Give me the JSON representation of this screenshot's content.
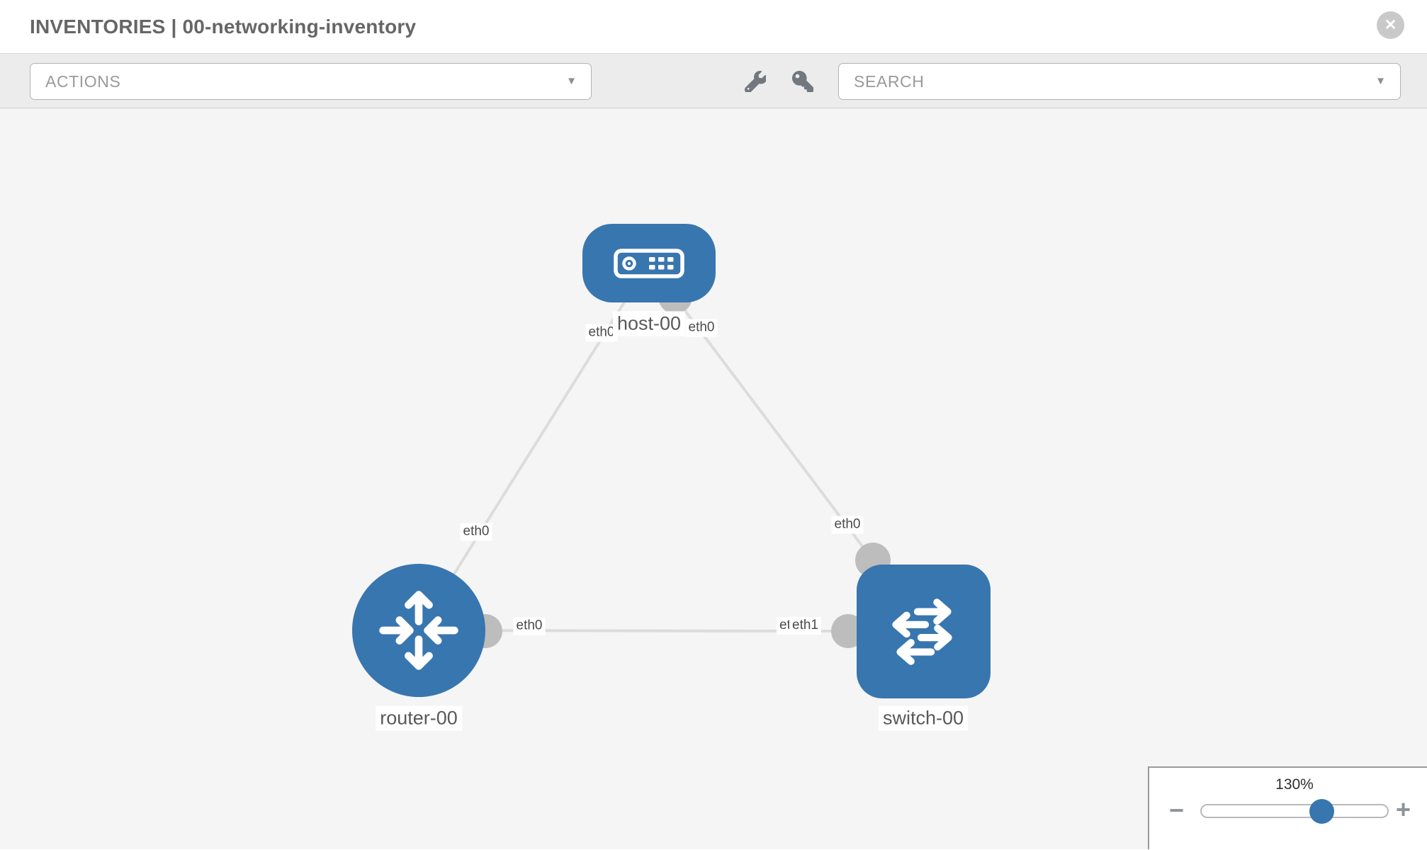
{
  "header": {
    "title": "INVENTORIES | 00-networking-inventory"
  },
  "toolbar": {
    "actions_label": "ACTIONS",
    "search_label": "SEARCH"
  },
  "icons": {
    "close": "✕",
    "caret": "▼",
    "minus": "−",
    "plus": "+",
    "wrench": "wrench-icon",
    "key": "key-icon",
    "host": "host-device-icon",
    "router": "router-icon",
    "switch": "switch-icon"
  },
  "diagram": {
    "nodes": [
      {
        "label": "host-00",
        "type": "host"
      },
      {
        "label": "router-00",
        "type": "router"
      },
      {
        "label": "switch-00",
        "type": "switch"
      }
    ],
    "links": [
      {
        "from": "host-00",
        "to": "router-00",
        "from_interface": "eth0",
        "to_interface": "eth0"
      },
      {
        "from": "host-00",
        "to": "switch-00",
        "from_interface": "eth0",
        "to_interface": "eth0"
      },
      {
        "from": "router-00",
        "to": "switch-00",
        "from_interface": "eth0",
        "to_interface": "eth1",
        "to_interface_overlap": "eth1"
      }
    ]
  },
  "zoom_control": {
    "level": "130%"
  },
  "colors": {
    "node_blue": "#3876af",
    "edge_gray": "#dcdcdc",
    "port_gray": "#bdbdbd",
    "canvas_bg": "#f5f5f5",
    "toolbar_bg": "#ececec"
  }
}
